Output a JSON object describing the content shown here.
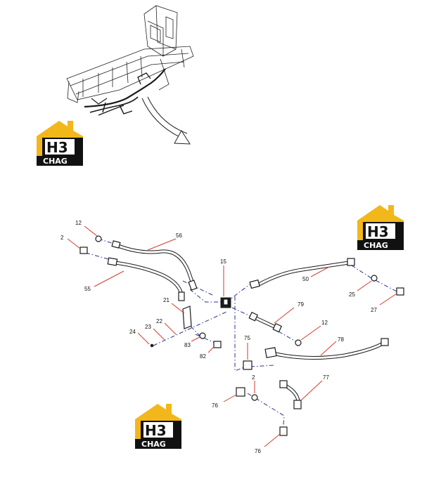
{
  "logo": {
    "mark": "H3",
    "word": "CHAG",
    "colors": {
      "gold": "#f2b71a",
      "black": "#111111",
      "white": "#ffffff"
    }
  },
  "colors": {
    "leader": "#d63a2f",
    "centerline": "#2a2f8f",
    "hose": "#1a1a1a"
  },
  "callouts": {
    "c12a": "12",
    "c2a": "2",
    "c56": "56",
    "c55": "55",
    "c15": "15",
    "c50": "50",
    "c25": "25",
    "c27": "27",
    "c21": "21",
    "c22": "22",
    "c23": "23",
    "c24": "24",
    "c79": "79",
    "c12b": "12",
    "c83": "83",
    "c82": "82",
    "c75": "75",
    "c78": "78",
    "c2b": "2",
    "c77": "77",
    "c76a": "76",
    "c76b": "76"
  }
}
